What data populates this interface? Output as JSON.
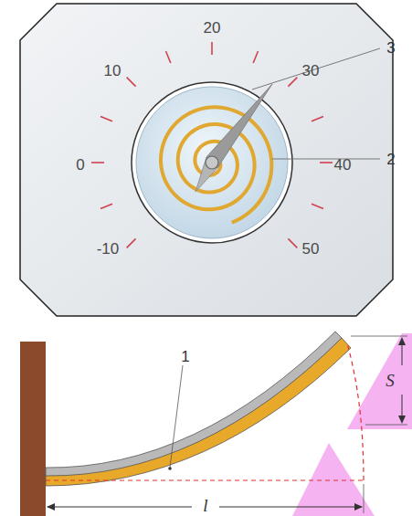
{
  "diagram": {
    "labels": [
      "20",
      "10",
      "30",
      "0",
      "40",
      "-10",
      "50",
      "3",
      "2",
      "1",
      "S",
      "l"
    ]
  }
}
